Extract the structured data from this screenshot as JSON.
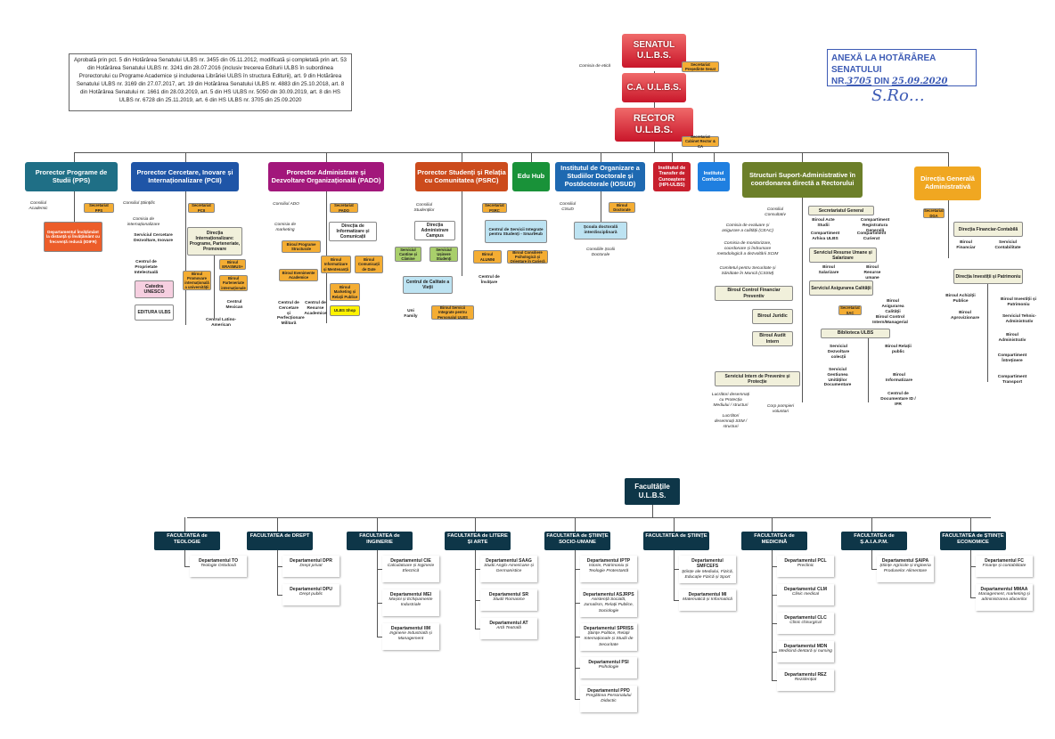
{
  "approval_note": "Aprobată prin pct. 5 din Hotărârea Senatului ULBS nr. 3455 din 05.11.2012, modificată și completată prin art. 53 din Hotărârea Senatului ULBS nr. 3241 din 28.07.2016 (inclusiv trecerea Editurii ULBS în subordinea Prorectorului cu Programe Academice și includerea Librăriei ULBS în structura Editurii), art. 9 din Hotărârea Senatului ULBS nr. 3169 din 27.07.2017, art. 19 din Hotărârea Senatului ULBS nr. 4883 din 25.10.2018, art. 8 din Hotărârea Senatului nr. 1661 din 28.03.2019, art. 5 din HS ULBS nr. 5050 din 30.09.2019, art. 8 din HS ULBS nr. 6728 din 25.11.2019, art. 6 din HS ULBS nr. 3705 din 25.09.2020",
  "stamp": {
    "title": "ANEXĂ LA HOTĂRÂREA SENATULUI",
    "nr_label": "NR.",
    "nr": "3705",
    "din_label": "DIN",
    "date": "25.09.2020"
  },
  "top": {
    "senat": "SENATUL U.L.B.S.",
    "ca": "C.A. U.L.B.S.",
    "rector": "RECTOR U.L.B.S.",
    "comisia_etica": "Comisia de etică",
    "secretariat_senat": "Secretariat Președinte Senat",
    "secretariat_rector": "Secretariat Cabinet Rector & CA"
  },
  "units": {
    "pps": {
      "title": "Prorector Programe de Studii (PPS)",
      "consiliul": "Consiliul Academic",
      "secretariat": "Secretariat PPS",
      "dep": "Departamentul Învățământ la distanță și Învățământ cu frecvență redusă (IDIFR)"
    },
    "pcii": {
      "title": "Prorector Cercetare, Inovare și Internaționalizare (PCII)",
      "consiliul": "Consiliul Științific",
      "secretariat": "Secretariat PCII",
      "comisia": "Comisia de internaționalizare",
      "serviciul": "Serviciul Cercetare Dezvoltare, Inovare",
      "centrul": "Centrul de Proprietate Intelectuală",
      "unesco": "Catedra UNESCO",
      "editura": "EDITURA ULBS",
      "directia": "Direcția Internaționalizare: Programe, Parteneriate, Promovare",
      "b_erasmus": "Biroul ERASMUS+",
      "b_promovare": "Biroul Promovare internațională a universității",
      "b_parteneriate": "Biroul Parteneriate internaționale",
      "c_mexican": "Centrul Mexican",
      "c_latino": "Centrul Latino-American"
    },
    "padd": {
      "title": "Prorector Administrare și Dezvoltare Organizațională (PADO)",
      "consiliul": "Consiliul ADO",
      "secretariat": "Secretariat PADO",
      "comisia": "Comisia de marketing",
      "directia": "Direcția de Informatizare și Comunicații",
      "b_programe": "Biroul Programe Structurale",
      "b_informatizare": "Biroul Informatizare și Mentenanță",
      "b_comunicatii": "Biroul Comunicații de Date",
      "b_evenimente": "Biroul Evenimente Academice",
      "b_marketing": "Biroul Marketing și Relații Publice",
      "c_cercetare": "Centrul de Cercetare și Perfecționare Militară",
      "c_resurse": "Centrul de Resurse Academice",
      "shop": "ULBS Shop"
    },
    "psrc": {
      "title": "Prorector Studenți și Relația cu Comunitatea (PSRC)",
      "consiliul": "Consiliul Studenților",
      "secretariat": "Secretariat PSRC",
      "directia": "Direcția Administrare Campus",
      "s_cantine": "Serviciul Cantine și Cămine",
      "s_ud": "Serviciul Ușinere Studenți",
      "centrul": "Centrul de Servicii Integrate pentru Studenți - SmartHub",
      "b_alumni": "Biroul ALUMNI",
      "b_consiliere": "Biroul Consiliere Psihologică și Orientare în Carieră",
      "c_calitate": "Centrul de Calitate a Vieții",
      "c_invatare": "Centrul de Învățare",
      "uni_family": "Uni Family",
      "b_servicii": "Biroul Servicii Integrate pentru Personalul ULBS"
    },
    "edu": {
      "title": "Edu Hub"
    },
    "iosud": {
      "title": "Institutul de Organizare a Studiilor Doctorale și Postdoctorale (IOSUD)",
      "consiliul": "Consiliul CSUD",
      "biroul": "Biroul Doctorate",
      "scoala": "Școala doctorală interdisciplinară",
      "consiliile": "Consiliile Școlii Doctorale"
    },
    "hpi": {
      "title": "Institutul de Transfer de Cunoaștere (HPI-ULBS)"
    },
    "confucius": {
      "title": "Institutul Confucius"
    },
    "ssa": {
      "title": "Structuri Suport-Administrative în coordonarea directă a Rectorului",
      "consiliul": "Consiliul Consultativ",
      "comisie1": "Comisia de evaluare și asigurare a calității (CEAC)",
      "comisie2": "Comisia de monitorizare, coordonare și îndrumare metodologică a dezvoltării SCIM",
      "comisie3": "Comitetul pentru Securitate și Sănătate în Muncă (CSSM)",
      "secretariat": "Secretariatul General",
      "b_acte": "Biroul Acte Studii",
      "c_registratura": "Compartiment Registratura Generală",
      "c_arhiva": "Compartiment Arhiva ULBS",
      "c_curierat": "Compartiment Curierat",
      "s_resurse": "Serviciul Resurse Umane și Salarizare",
      "b_salarizare": "Biroul Salarizare",
      "b_resurse": "Biroul Resurse umane",
      "s_calitate": "Serviciul Asigurarea Calității",
      "b_asigurare": "Biroul Asigurarea Calității",
      "b_control": "Biroul Control Intern/Managerial",
      "sec_sac": "Secretariat SAC",
      "b_financiar": "Biroul Control Financiar Preventiv",
      "b_juridic": "Biroul Juridic",
      "b_audit": "Biroul Audit Intern",
      "biblioteca": "Biblioteca ULBS",
      "s_dezvoltare": "Serviciul Dezvoltare colecții",
      "b_relatii": "Biroul Relații public",
      "s_gestiune": "Serviciul Gestiunea Unităților Documentare",
      "b_informatizare": "Biroul Informatizare",
      "c_documentare": "Centrul de Documentare ID / IFR",
      "s_prevenire": "Serviciul Intern de Prevenire și Protecție",
      "lucratori1": "Lucrători desemnați cu Protecția Mediului / structuri",
      "lucratori2": "Lucrători desemnați SSM / structuri",
      "corp": "Corp pompieri voluntari"
    },
    "dga": {
      "title": "Direcția Generală Administrativă",
      "secretariat": "Secretariat DGA",
      "directia_fc": "Direcția Financiar-Contabilă",
      "b_financiar": "Biroul Financiar",
      "s_contabilitate": "Serviciul Contabilitate",
      "directia_ip": "Direcția Investiții și Patrimoniu",
      "b_achizitii": "Biroul Achiziții Publice",
      "b_investitii": "Biroul Investiții și Patrimoniu",
      "b_aprovizionare": "Biroul Aprovizionare",
      "s_tehnic": "Serviciul Tehnic-Administrativ",
      "b_administrativ": "Biroul Administrativ",
      "c_intretinere": "Compartiment Întreținere",
      "c_transport": "Compartiment Transport"
    }
  },
  "faculties_title": "Facultățile U.L.B.S.",
  "faculties": [
    {
      "name": "FACULTATEA de TEOLOGIE",
      "depts": [
        {
          "code": "Departamentul TO",
          "desc": "Teologie Ortodoxă"
        }
      ]
    },
    {
      "name": "FACULTATEA de DREPT",
      "depts": [
        {
          "code": "Departamentul DPR",
          "desc": "Drept privat"
        },
        {
          "code": "Departamentul DPU",
          "desc": "Drept public"
        }
      ]
    },
    {
      "name": "FACULTATEA de INGINERIE",
      "depts": [
        {
          "code": "Departamentul CIE",
          "desc": "Calculatoare și Inginerie Electrică"
        },
        {
          "code": "Departamentul MEI",
          "desc": "Mașini și Echipamente Industriale"
        },
        {
          "code": "Departamentul IIM",
          "desc": "Inginerie Industrială și Management"
        }
      ]
    },
    {
      "name": "FACULTATEA de LITERE ȘI ARTE",
      "depts": [
        {
          "code": "Departamentul SAAG",
          "desc": "Studii Anglo-Americane și Germanistice"
        },
        {
          "code": "Departamentul SR",
          "desc": "Studii Romanice"
        },
        {
          "code": "Departamentul AT",
          "desc": "Artă Teatrală"
        }
      ]
    },
    {
      "name": "FACULTATEA de ȘTIINȚE SOCIO-UMANE",
      "depts": [
        {
          "code": "Departamentul IPTP",
          "desc": "Istorie, Patrimoniu și Teologie Protestantă"
        },
        {
          "code": "Departamentul ASJRPS",
          "desc": "Asistență Socială, Jurnalism, Relații Publice, Sociologie"
        },
        {
          "code": "Departamentul SPRISS",
          "desc": "Științe Politice, Relații Internaționale și Studii de Securitate"
        },
        {
          "code": "Departamentul PSI",
          "desc": "Psihologie"
        },
        {
          "code": "Departamentul PPD",
          "desc": "Pregătirea Personalului Didactic"
        }
      ]
    },
    {
      "name": "FACULTATEA de ȘTIINȚE",
      "depts": [
        {
          "code": "Departamentul SMFCEFS",
          "desc": "Științe ale Mediului, Fizică, Educație Fizică și Sport"
        },
        {
          "code": "Departamentul MI",
          "desc": "Matematică și Informatică"
        }
      ]
    },
    {
      "name": "FACULTATEA de MEDICINĂ",
      "depts": [
        {
          "code": "Departamentul PCL",
          "desc": "Preclinic"
        },
        {
          "code": "Departamentul CLM",
          "desc": "Clinic medical"
        },
        {
          "code": "Departamentul CLC",
          "desc": "Clinic chirurgical"
        },
        {
          "code": "Departamentul MDN",
          "desc": "Medicină dentară și nursing"
        },
        {
          "code": "Departamentul REZ",
          "desc": "Rezidențiat"
        }
      ]
    },
    {
      "name": "FACULTATEA de Ș.A.I.A.P.M.",
      "depts": [
        {
          "code": "Departamentul ȘAIPA",
          "desc": "Științe Agricole și Ingineria Produselor Alimentare"
        }
      ]
    },
    {
      "name": "FACULTATEA de ȘTIINȚE ECONOMICE",
      "depts": [
        {
          "code": "Departamentul FC",
          "desc": "Finanțe și contabilitate"
        },
        {
          "code": "Departamentul MMAA",
          "desc": "Management, marketing și administrarea afacerilor"
        }
      ]
    }
  ]
}
